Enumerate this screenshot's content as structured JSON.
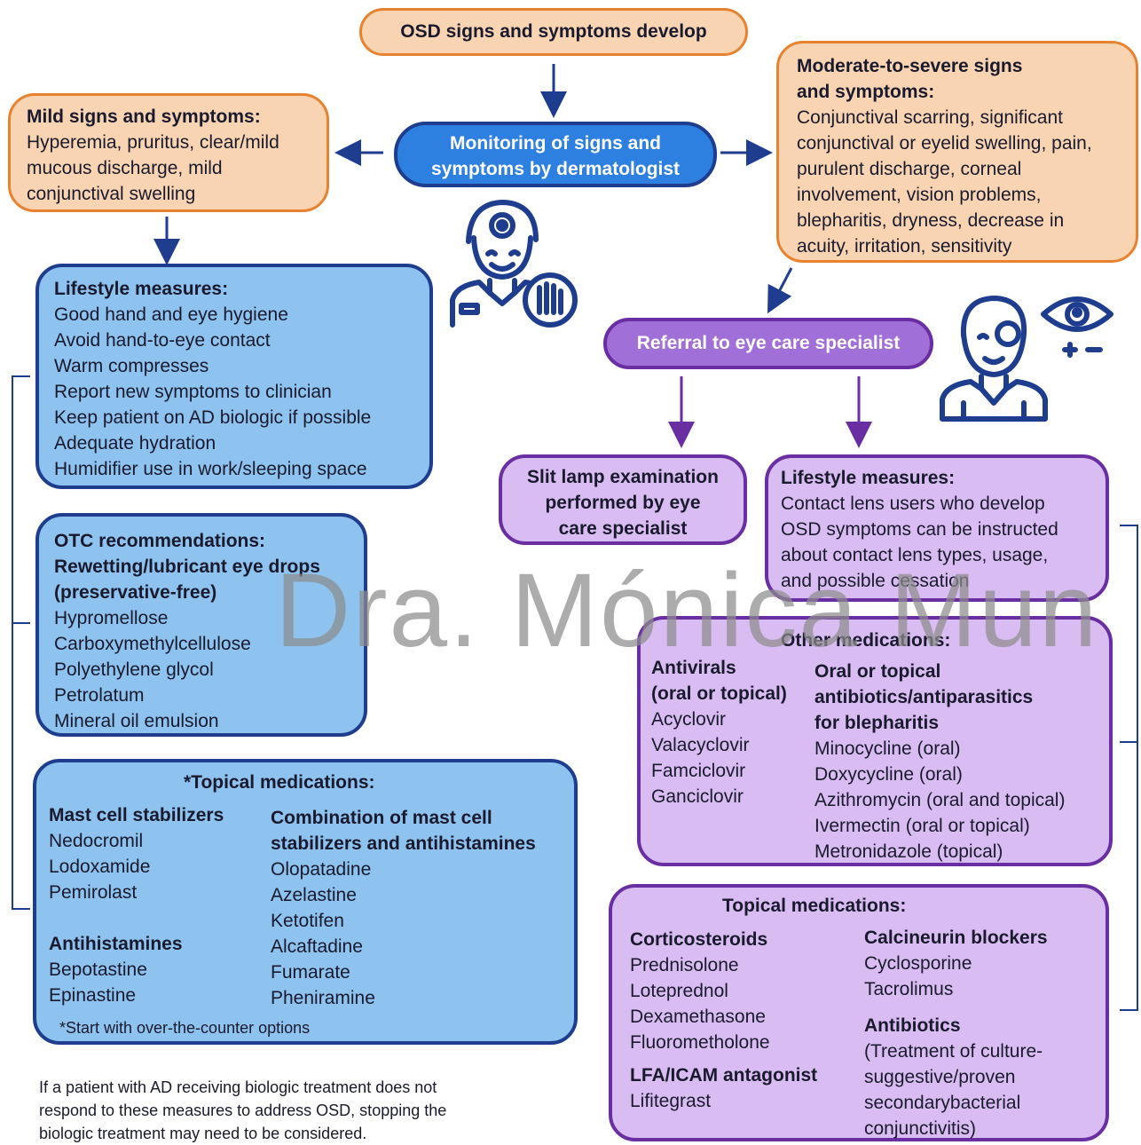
{
  "top": {
    "title": "OSD signs and symptoms develop"
  },
  "monitoring": {
    "line1": "Monitoring of signs and",
    "line2": "symptoms by dermatologist"
  },
  "mild": {
    "heading": "Mild signs and symptoms:",
    "lines": [
      "Hyperemia, pruritus, clear/mild",
      "mucous discharge, mild",
      "conjunctival swelling"
    ]
  },
  "moderate": {
    "heading_lines": [
      "Moderate-to-severe signs",
      "and symptoms:"
    ],
    "lines": [
      "Conjunctival scarring, significant",
      "conjunctival or eyelid swelling, pain,",
      "purulent discharge, corneal",
      "involvement, vision problems,",
      "blepharitis, dryness, decrease in",
      "acuity, irritation, sensitivity"
    ]
  },
  "lifestyle_left": {
    "heading": "Lifestyle measures:",
    "items": [
      "Good hand and eye hygiene",
      "Avoid hand-to-eye contact",
      "Warm compresses",
      "Report new symptoms to clinician",
      "Keep patient on AD biologic if possible",
      "Adequate hydration",
      "Humidifier use in work/sleeping space"
    ]
  },
  "otc": {
    "heading": "OTC recommendations:",
    "sub_lines": [
      "Rewetting/lubricant eye drops",
      "(preservative-free)"
    ],
    "items": [
      "Hypromellose",
      "Carboxymethylcellulose",
      "Polyethylene glycol",
      "Petrolatum",
      "Mineral oil emulsion"
    ]
  },
  "topical_left": {
    "heading": "*Topical medications:",
    "mast_heading": "Mast cell stabilizers",
    "mast_items": [
      "Nedocromil",
      "Lodoxamide",
      "Pemirolast"
    ],
    "antihist_heading": "Antihistamines",
    "antihist_items": [
      "Bepotastine",
      "Epinastine"
    ],
    "combo_heading_lines": [
      "Combination of mast cell",
      "stabilizers and antihistamines"
    ],
    "combo_items": [
      "Olopatadine",
      "Azelastine",
      "Ketotifen",
      "Alcaftadine",
      "Fumarate",
      "Pheniramine"
    ],
    "note": "*Start with over-the-counter options"
  },
  "footnote": {
    "lines": [
      "If a patient with AD receiving biologic treatment does not",
      "respond to these measures to address OSD, stopping the",
      "biologic treatment may need to be considered."
    ]
  },
  "referral": {
    "label": "Referral to eye care specialist"
  },
  "slit": {
    "lines": [
      "Slit lamp examination",
      "performed by eye",
      "care specialist"
    ]
  },
  "lifestyle_right": {
    "heading": "Lifestyle measures:",
    "lines": [
      "Contact lens users who develop",
      "OSD symptoms can be instructed",
      "about contact lens types, usage,",
      "and possible cessation"
    ]
  },
  "other_meds": {
    "heading": "Other medications:",
    "antivirals_heading_lines": [
      "Antivirals",
      "(oral or topical)"
    ],
    "antivirals": [
      "Acyclovir",
      "Valacyclovir",
      "Famciclovir",
      "Ganciclovir"
    ],
    "antibiotics_heading_lines": [
      "Oral or topical",
      "antibiotics/antiparasitics",
      "for blepharitis"
    ],
    "antibiotics": [
      "Minocycline (oral)",
      "Doxycycline (oral)",
      "Azithromycin (oral and topical)",
      "Ivermectin (oral or topical)",
      "Metronidazole (topical)"
    ]
  },
  "topical_right": {
    "heading": "Topical medications:",
    "cortico_heading": "Corticosteroids",
    "cortico_items": [
      "Prednisolone",
      "Loteprednol",
      "Dexamethasone",
      "Fluorometholone"
    ],
    "lfa_heading": "LFA/ICAM antagonist",
    "lfa_items": [
      "Lifitegrast"
    ],
    "calci_heading": "Calcineurin blockers",
    "calci_items": [
      "Cyclosporine",
      "Tacrolimus"
    ],
    "antibio_heading": "Antibiotics",
    "antibio_lines": [
      "(Treatment of culture-",
      "suggestive/proven",
      "secondarybacterial",
      "conjunctivitis)"
    ]
  },
  "icons": {
    "dermatologist": "dermatologist-icon",
    "eye_specialist": "eye-specialist-icon",
    "eye": "eye-icon"
  },
  "watermark": {
    "text": "Dra. Mónica Mun"
  },
  "colors": {
    "orange_fill": "#f8d4b2",
    "orange_border": "#e8822f",
    "blue_fill": "#8ec2ef",
    "blue_border": "#1f3d8f",
    "blue_pill": "#2d7fe0",
    "purple_fill": "#d9bdf2",
    "purple_border": "#6a2ea3",
    "purple_pill": "#a06fd8"
  }
}
